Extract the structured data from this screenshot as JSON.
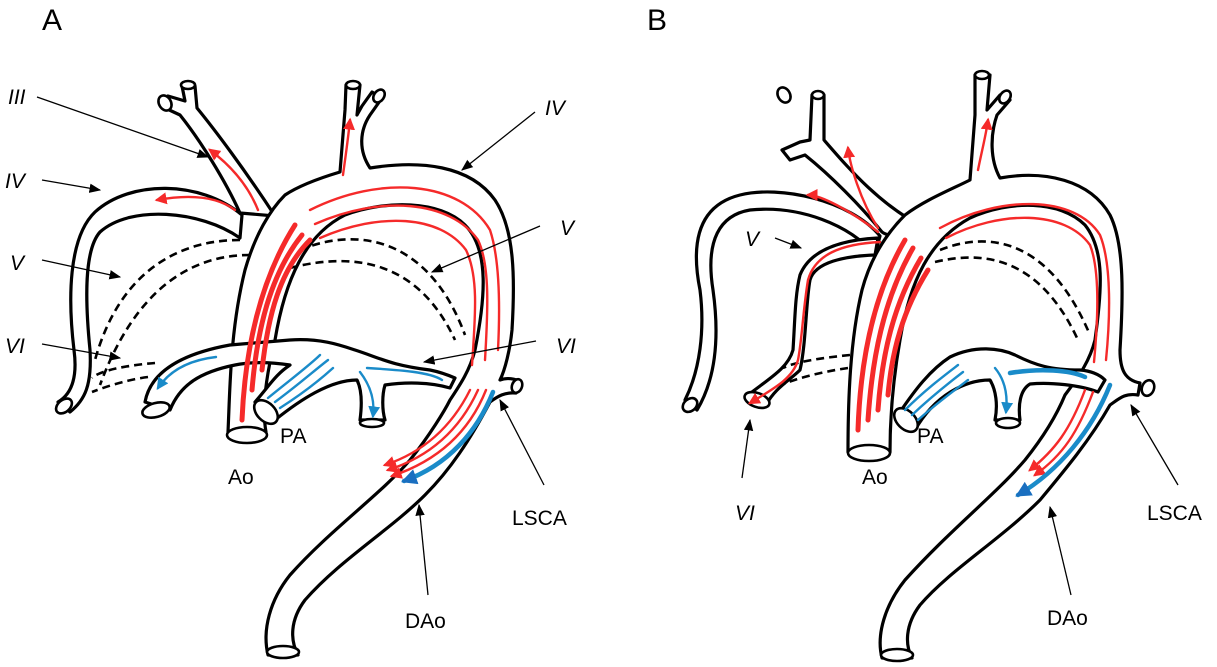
{
  "figure": {
    "panels": [
      {
        "id": "A",
        "letter": "A",
        "labels": {
          "arch_iii": "III",
          "arch_iv_left": "IV",
          "arch_v_left": "V",
          "arch_vi_left": "VI",
          "arch_iv_right": "IV",
          "arch_v_right": "V",
          "arch_vi_right": "VI",
          "aorta": "Ao",
          "pulmonary_artery": "PA",
          "left_subclavian": "LSCA",
          "descending_aorta": "DAo"
        }
      },
      {
        "id": "B",
        "letter": "B",
        "labels": {
          "arch_v": "V",
          "arch_vi": "VI",
          "aorta": "Ao",
          "pulmonary_artery": "PA",
          "left_subclavian": "LSCA",
          "descending_aorta": "DAo"
        }
      }
    ],
    "colors": {
      "oxygenated_flow": "#f52a2a",
      "deoxygenated_flow": "#1a8bc9",
      "outline": "#000000"
    }
  }
}
